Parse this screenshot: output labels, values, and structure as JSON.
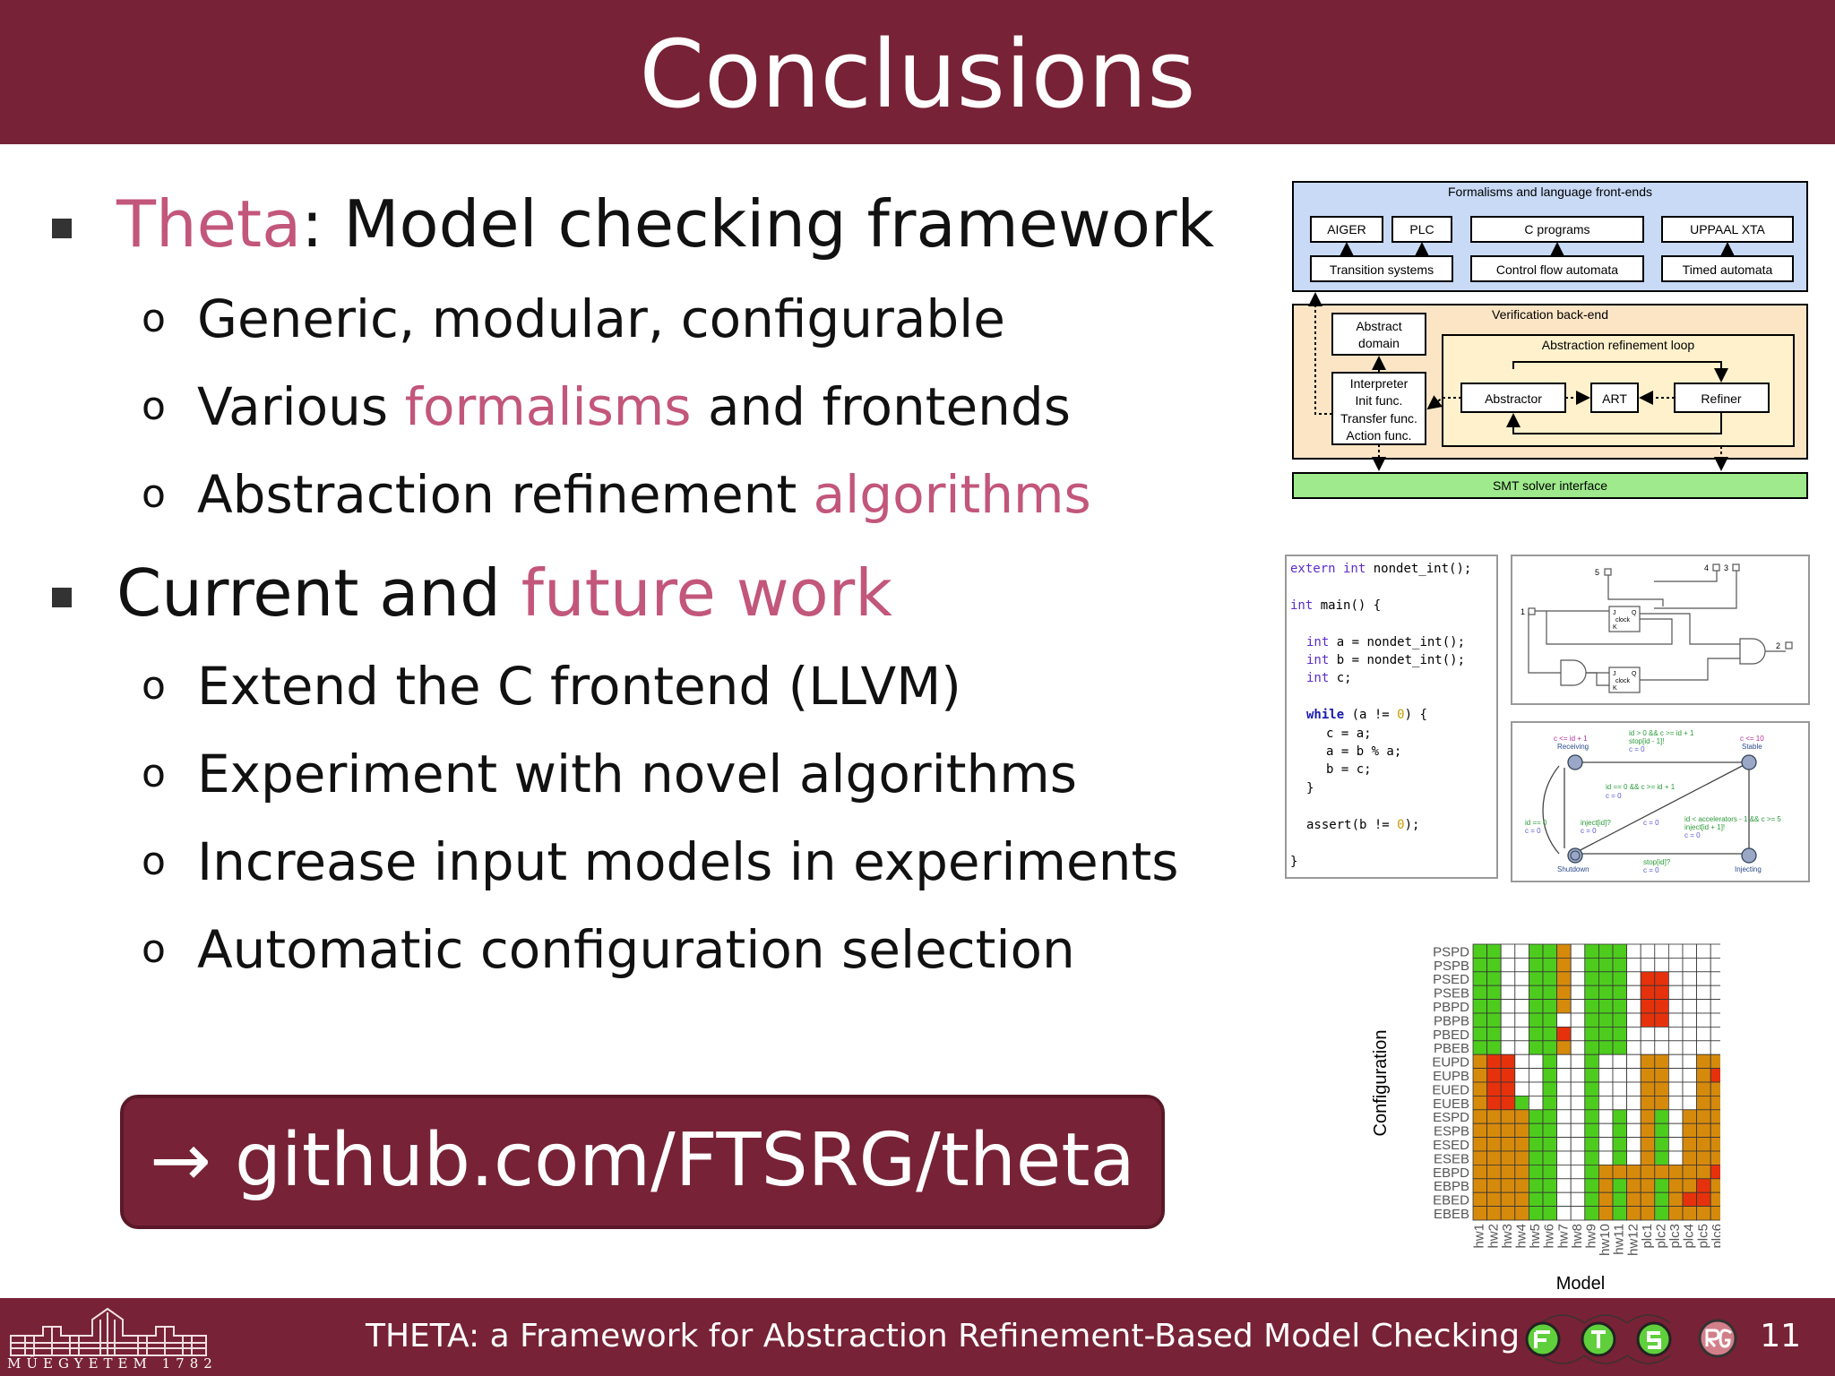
{
  "slide": {
    "title": "Conclusions",
    "page_number": "11",
    "footer_title": "THETA: a Framework for Abstraction Refinement-Based Model Checking",
    "logo_text": "MŰEGYETEM 1782",
    "github_link": "→ github.com/FTSRG/theta"
  },
  "bullets": {
    "b1": {
      "hl": "Theta",
      "rest": ": Model checking framework"
    },
    "b1_subs": {
      "s1": "Generic, modular, configurable",
      "s2_a": "Various ",
      "s2_hl": "formalisms",
      "s2_b": " and frontends",
      "s3_a": "Abstraction refinement ",
      "s3_hl": "algorithms"
    },
    "b2": {
      "a": "Current and ",
      "hl": "future work"
    },
    "b2_subs": {
      "s1": "Extend the C frontend (LLVM)",
      "s2": "Experiment with novel algorithms",
      "s3": "Increase input models in experiments",
      "s4": "Automatic configuration selection"
    },
    "bullet_glyph": "o"
  },
  "architecture": {
    "frontends_title": "Formalisms and language front-ends",
    "aiger": "AIGER",
    "plc": "PLC",
    "cprog": "C programs",
    "uppaal": "UPPAAL XTA",
    "ts": "Transition systems",
    "cfa": "Control flow automata",
    "ta": "Timed automata",
    "backend_title": "Verification back-end",
    "absdomain1": "Abstract",
    "absdomain2": "domain",
    "loop_title": "Abstraction refinement loop",
    "interp1": "Interpreter",
    "interp2": "Init func.",
    "interp3": "Transfer func.",
    "interp4": "Action func.",
    "abstractor": "Abstractor",
    "art": "ART",
    "refiner": "Refiner",
    "smt": "SMT solver interface"
  },
  "code": {
    "l1_kw": "extern int",
    "l1_rest": " nondet_int();",
    "l2_kw": "int",
    "l2_rest": " main() {",
    "l3_kw": "int",
    "l3_rest": " a = nondet_int();",
    "l4_kw": "int",
    "l4_rest": " b = nondet_int();",
    "l5_kw": "int",
    "l5_rest": " c;",
    "l6_kw": "while",
    "l6_a": " (a != ",
    "l6_num": "0",
    "l6_b": ") {",
    "l7": "c = a;",
    "l8": "a = b % a;",
    "l9": "b = c;",
    "l10": "}",
    "l11_a": "assert(b != ",
    "l11_num": "0",
    "l11_b": ");",
    "l12": "}"
  },
  "circuit": {
    "n5": "5",
    "n4": "4",
    "n3": "3",
    "n1": "1",
    "n2": "2",
    "ff_j": "J",
    "ff_clock": "clock",
    "ff_k": "K",
    "ff_q": "Q"
  },
  "automaton": {
    "receiving": "Receiving",
    "stable": "Stable",
    "shutdown": "Shutdown",
    "injecting": "Injecting",
    "g1": "c <= id + 1",
    "g2": "c <= 10",
    "e1a": "id > 0 && c >= id + 1",
    "e1b": "stop[id - 1]!",
    "e1c": "c = 0",
    "e2a": "id == 0 && c >= id + 1",
    "e2b": "c = 0",
    "e3a": "id == 0",
    "e3b": "c = 0",
    "e4a": "inject[id]?",
    "e4b": "c = 0",
    "e5": "c = 0",
    "e6a": "id < accelerators - 1 && c >= 5",
    "e6b": "inject[id + 1]!",
    "e6c": "c = 0",
    "e7a": "stop[id]?",
    "e7b": "c = 0"
  },
  "chart_data": {
    "type": "heatmap",
    "xlabel": "Model",
    "ylabel": "Configuration",
    "x": [
      "hw1",
      "hw2",
      "hw3",
      "hw4",
      "hw5",
      "hw6",
      "hw7",
      "hw8",
      "hw9",
      "hw10",
      "hw11",
      "hw12",
      "plc1",
      "plc2",
      "plc3",
      "plc4",
      "plc5",
      "plc6"
    ],
    "y": [
      "PSPD",
      "PSPB",
      "PSED",
      "PSEB",
      "PBPD",
      "PBPB",
      "PBED",
      "PBEB",
      "EUPD",
      "EUPB",
      "EUED",
      "EUEB",
      "ESPD",
      "ESPB",
      "ESED",
      "ESEB",
      "EBPD",
      "EBPB",
      "EBED",
      "EBEB"
    ],
    "cells": [
      "GGWWGGOWGGGWWWWWWW",
      "GGWWGGOWGGGWWWWWWW",
      "GGWWGGOWGGGWRRWWWW",
      "GGWWGGOWGGGWRRWWWW",
      "GGWWGGOWGGGWRRWWWW",
      "GGWWGGWWGGGWRRWWWW",
      "GGWWGGRWGGGWWWWWWW",
      "GGWWGGOWGGGWWWWWWW",
      "ORRWWGWWGWWWOOWWOO",
      "ORRWWGWWGWWWOOWWOR",
      "ORRWWGWWGWWWOOWWOO",
      "ORRGWGWWGWWWOOWWOO",
      "OOOOGGWWGWGWOGWOOO",
      "OOOOGGWWGWGWOGWOOO",
      "OOOOGGWWGWGWOGWOOO",
      "OOOOGGWWGWGWOGWOOO",
      "OOOOGGWWGOOOOOOOOR",
      "OOOOGGWWGOGOOGOORO",
      "OOOOGGWWGOGOOGORRO",
      "OOOOGGWWGOGOOGOOOO"
    ],
    "legend": {
      "G": "#4dcc1e",
      "O": "#d68a0c",
      "R": "#e6320c",
      "W": "#ffffff"
    }
  },
  "colors": {
    "brand": "#772236",
    "highlight": "#c2567b",
    "frontends_bg": "#c9daf7",
    "backend_bg": "#fce5c5",
    "loop_bg": "#fff1cc",
    "smt_bg": "#9eea8c"
  }
}
